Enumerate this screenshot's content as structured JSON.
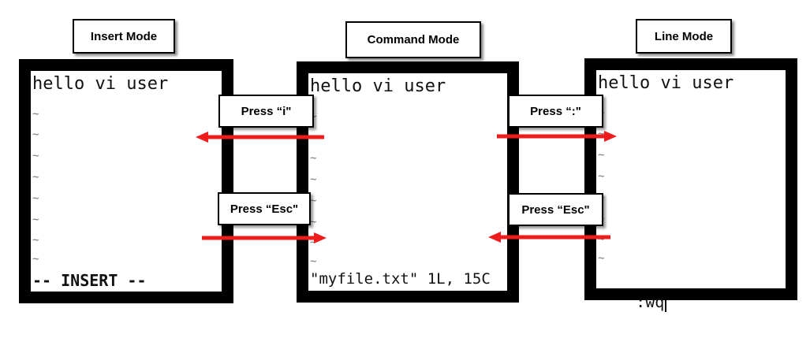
{
  "modes": {
    "insert": {
      "title": "Insert Mode",
      "first_line": "hello vi user",
      "tildes": [
        "~",
        "~",
        "~",
        "~",
        "~",
        "~",
        "~",
        "~"
      ],
      "status": "-- INSERT --"
    },
    "command": {
      "title": "Command Mode",
      "first_line": "hello vi user",
      "tildes": [
        "~",
        "~",
        "~",
        "~",
        "~",
        "~",
        "~",
        "~"
      ],
      "status": "\"myfile.txt\" 1L, 15C"
    },
    "line": {
      "title": "Line Mode",
      "first_line": "hello vi user",
      "tildes": [
        "~",
        "~",
        "~",
        "~",
        "~",
        "~",
        "~",
        "~"
      ],
      "status": ":wq"
    }
  },
  "transitions": {
    "command_to_insert": "Press “i\"",
    "insert_to_command": "Press “Esc\"",
    "command_to_line": "Press “:\"",
    "line_to_command": "Press “Esc\""
  },
  "colors": {
    "arrow": "#ee1c1c",
    "frame": "#000000",
    "tilde": "#777777"
  }
}
